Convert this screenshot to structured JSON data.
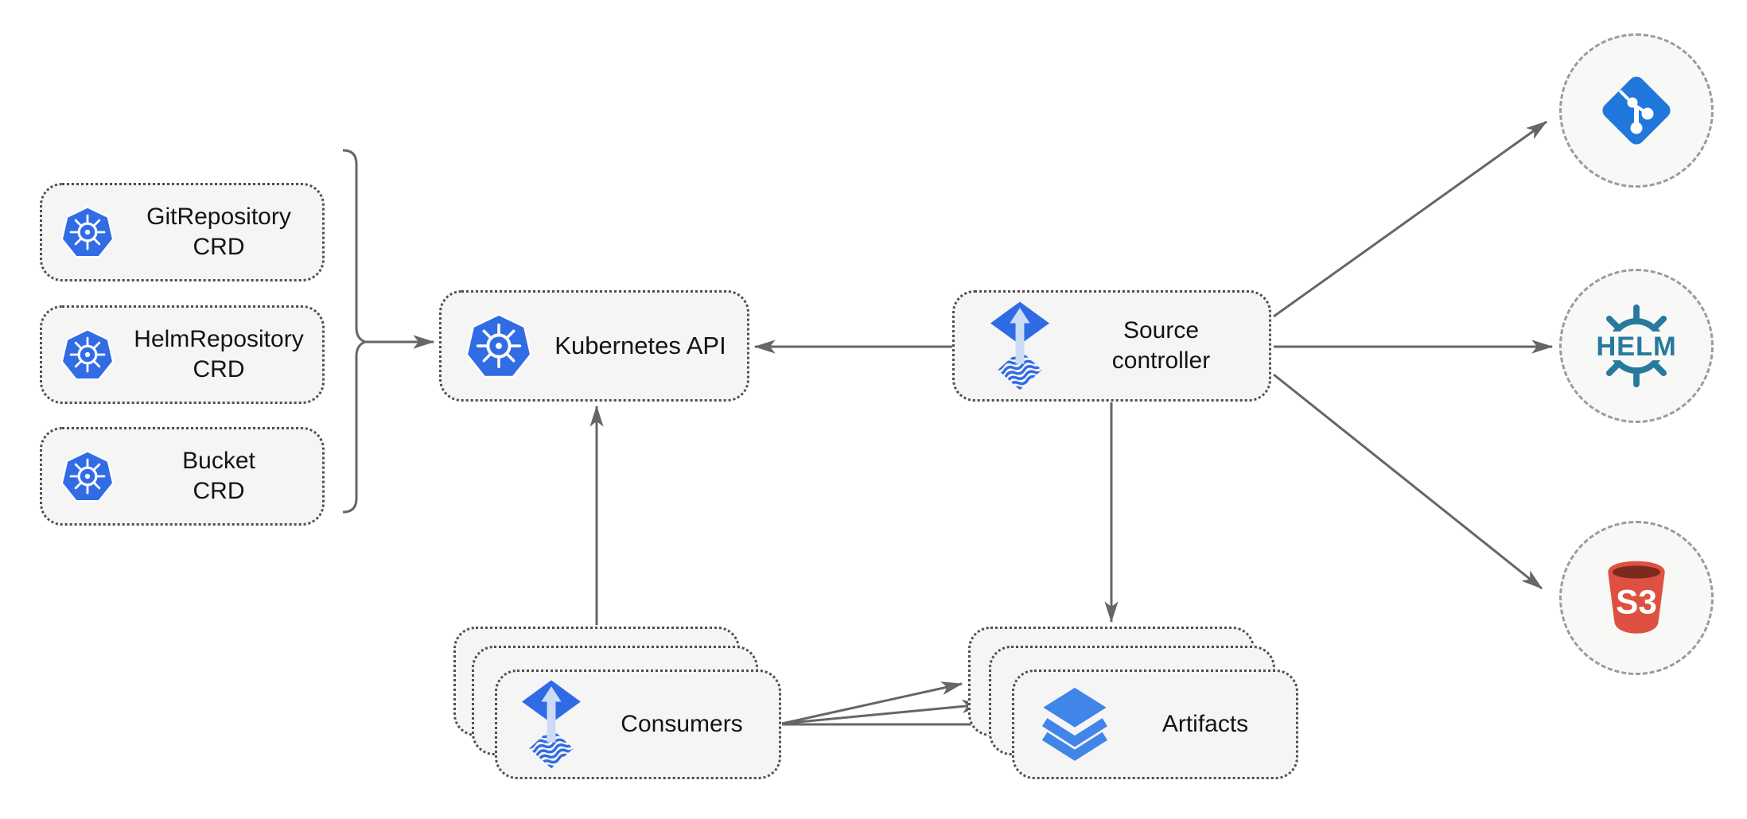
{
  "diagram": {
    "crd_nodes": [
      {
        "id": "gitrepository-crd",
        "line1": "GitRepository",
        "line2": "CRD",
        "icon": "kubernetes-icon"
      },
      {
        "id": "helmrepository-crd",
        "line1": "HelmRepository",
        "line2": "CRD",
        "icon": "kubernetes-icon"
      },
      {
        "id": "bucket-crd",
        "line1": "Bucket",
        "line2": "CRD",
        "icon": "kubernetes-icon"
      }
    ],
    "kubernetes_api": {
      "label": "Kubernetes API",
      "icon": "kubernetes-icon"
    },
    "source_controller": {
      "line1": "Source",
      "line2": "controller",
      "icon": "flux-icon"
    },
    "consumers": {
      "label": "Consumers",
      "icon": "flux-icon",
      "stack_count": 3
    },
    "artifacts": {
      "label": "Artifacts",
      "icon": "layers-icon",
      "stack_count": 3
    },
    "externals": {
      "git": {
        "name": "git",
        "icon": "git-icon"
      },
      "helm": {
        "name": "helm",
        "label": "HELM",
        "icon": "helm-icon"
      },
      "s3": {
        "name": "s3",
        "label": "S3",
        "icon": "s3-bucket-icon"
      }
    },
    "edges": [
      {
        "from": "crd-group-bracket",
        "to": "kubernetes-api"
      },
      {
        "from": "source-controller",
        "to": "kubernetes-api"
      },
      {
        "from": "consumers",
        "to": "kubernetes-api"
      },
      {
        "from": "source-controller",
        "to": "artifacts"
      },
      {
        "from": "source-controller",
        "to": "git"
      },
      {
        "from": "source-controller",
        "to": "helm"
      },
      {
        "from": "source-controller",
        "to": "s3"
      },
      {
        "from": "consumers",
        "to": "artifacts",
        "arrow_count": 3
      }
    ],
    "colors": {
      "node_fill": "#f5f5f5",
      "node_border": "#4f4f4f",
      "arrow": "#666666",
      "kubernetes_blue": "#326ce5",
      "flux_blue": "#2f6be4",
      "flux_arrow_light": "#ccdcf7",
      "layers_blue": "#4285e8",
      "git_blue": "#2178dc",
      "helm_teal": "#277a9e",
      "s3_red": "#de5142",
      "s3_dark_red": "#7b2b1e",
      "circle_fill": "#f8f8f6",
      "circle_border": "#9b9b9b"
    }
  }
}
